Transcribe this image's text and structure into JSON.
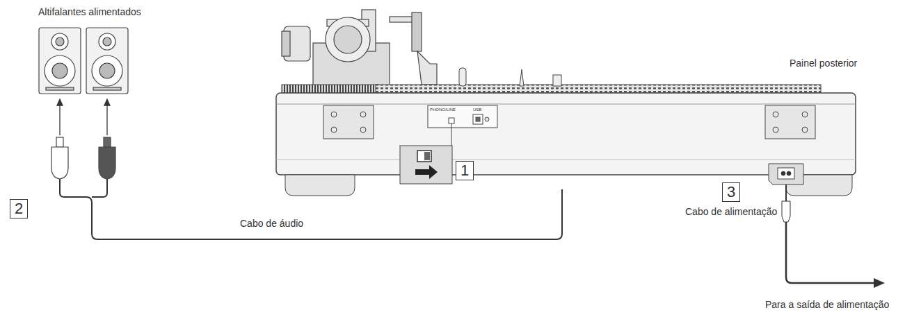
{
  "diagram": {
    "labels": [
      "Altifalantes alimentados",
      "Painel posterior",
      "2",
      "1",
      "3",
      "Cabo de áudio",
      "Cabo de alimentação",
      "Para a saída de alimentação",
      "PHONO/LINE",
      "USB"
    ]
  }
}
